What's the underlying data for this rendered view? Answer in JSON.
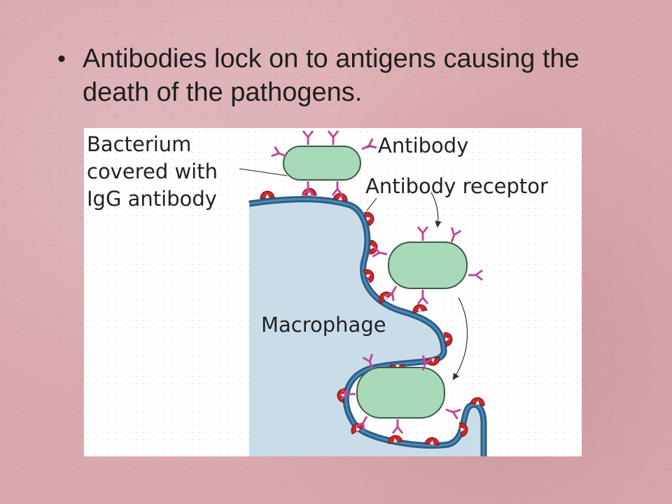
{
  "slide": {
    "bullet_text": "Antibodies lock on to antigens causing the death of the pathogens."
  },
  "diagram": {
    "labels": {
      "bacterium_line1": "Bacterium",
      "bacterium_line2": "covered with",
      "bacterium_line3": "IgG antibody",
      "antibody": "Antibody",
      "antibody_receptor": "Antibody receptor",
      "macrophage": "Macrophage"
    }
  },
  "colors": {
    "background": "#d9a8ad",
    "macrophage": "#c9dde9",
    "membrane": "#3a6f98",
    "bacterium": "#a8d9b8",
    "antibody": "#c04a9b",
    "receptor": "#c8282e"
  }
}
